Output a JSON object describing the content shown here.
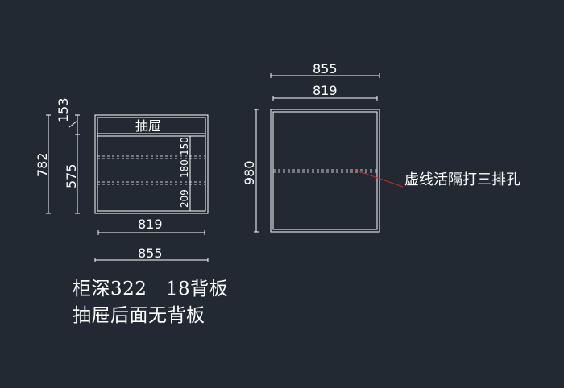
{
  "left_view": {
    "drawer_label": "抽屉",
    "dims": {
      "width_outer": "855",
      "width_inner": "819",
      "height_total": "782",
      "height_lower": "575",
      "height_drawer": "153",
      "shelf_1": "209",
      "shelf_2": "180",
      "shelf_3": "150"
    }
  },
  "right_view": {
    "dims": {
      "width_outer": "855",
      "width_inner": "819",
      "height": "980"
    },
    "callout": "虚线活隔打三排孔"
  },
  "notes": {
    "line1": "柜深322   18背板",
    "line2": "抽屉后面无背板"
  },
  "colors": {
    "background": "#222933",
    "linework": "#ffffff",
    "dashed": "#c8c8c8",
    "leader": "#cc2a2a"
  }
}
